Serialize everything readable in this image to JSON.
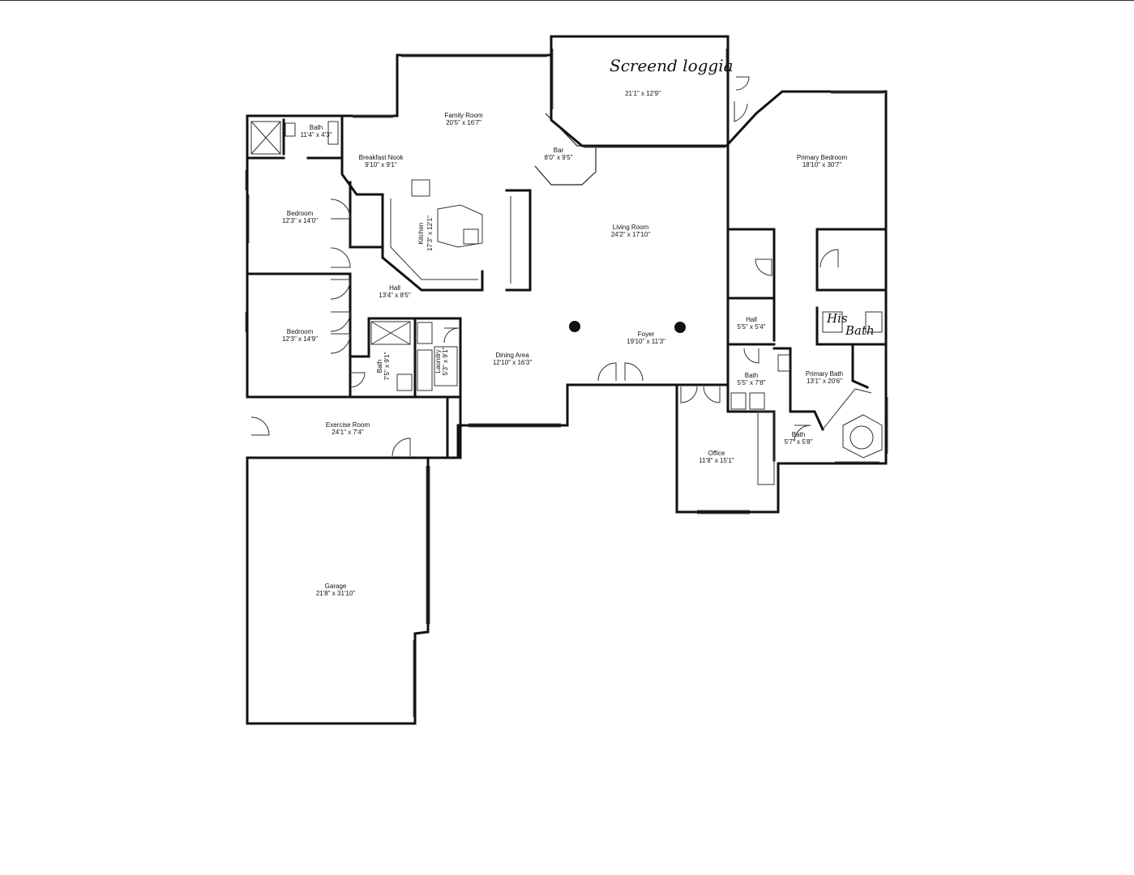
{
  "rooms": {
    "loggia": {
      "name": "Screend loggia",
      "dims": "21'1\" x 12'9\""
    },
    "family": {
      "name": "Family Room",
      "dims": "20'5\" x 16'7\""
    },
    "bath_top": {
      "name": "Bath",
      "dims": "11'4\" x 4'3\""
    },
    "nook": {
      "name": "Breakfast Nook",
      "dims": "9'10\" x 9'1\""
    },
    "bar": {
      "name": "Bar",
      "dims": "8'0\" x 9'5\""
    },
    "primary_bed": {
      "name": "Primary Bedroom",
      "dims": "18'10\" x 30'7\""
    },
    "bedroom1": {
      "name": "Bedroom",
      "dims": "12'3\" x 14'0\""
    },
    "kitchen": {
      "name": "Kitchen",
      "dims": "17'3\" x 12'1\""
    },
    "living": {
      "name": "Living Room",
      "dims": "24'2\" x 17'10\""
    },
    "hall1": {
      "name": "Hall",
      "dims": "13'4\" x 8'5\""
    },
    "bedroom2": {
      "name": "Bedroom",
      "dims": "12'3\" x 14'9\""
    },
    "hall2": {
      "name": "Hall",
      "dims": "5'5\" x 5'4\""
    },
    "his_bath": {
      "name1": "His",
      "name2": "Bath"
    },
    "foyer": {
      "name": "Foyer",
      "dims": "19'10\" x 11'3\""
    },
    "dining": {
      "name": "Dining Area",
      "dims": "12'10\" x 16'3\""
    },
    "bath_lower": {
      "name": "Bath",
      "dims": "7'5\" x 9'1\""
    },
    "laundry": {
      "name": "Laundry",
      "dims": "5'3\" x 9'1\""
    },
    "bath_mid": {
      "name": "Bath",
      "dims": "5'5\" x 7'8\""
    },
    "primary_bath": {
      "name": "Primary Bath",
      "dims": "13'1\" x 20'6\""
    },
    "exercise": {
      "name": "Exercise Room",
      "dims": "24'1\" x 7'4\""
    },
    "bath_small": {
      "name": "Bath",
      "dims": "5'7\" x 5'8\""
    },
    "office": {
      "name": "Office",
      "dims": "11'8\" x 15'1\""
    },
    "garage": {
      "name": "Garage",
      "dims": "21'8\" x 31'10\""
    }
  }
}
